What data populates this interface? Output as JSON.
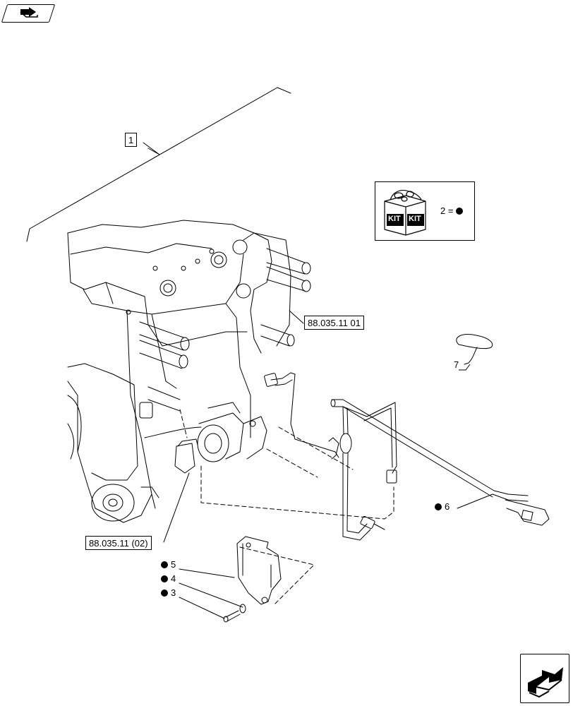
{
  "nav": {
    "back_icon": "page-back-icon",
    "forward_icon": "page-forward-icon"
  },
  "labels": {
    "item_1": "1",
    "ref_a": "88.035.11 01",
    "ref_b": "88.035.11 (02)",
    "item_7": "7",
    "item_6": "6",
    "item_5": "5",
    "item_4": "4",
    "item_3": "3"
  },
  "kit": {
    "icon": "kit-box-icon",
    "word_left": "KIT",
    "word_right": "KIT",
    "legend_text": "2 ="
  },
  "colors": {
    "line": "#000000",
    "background": "#ffffff"
  }
}
